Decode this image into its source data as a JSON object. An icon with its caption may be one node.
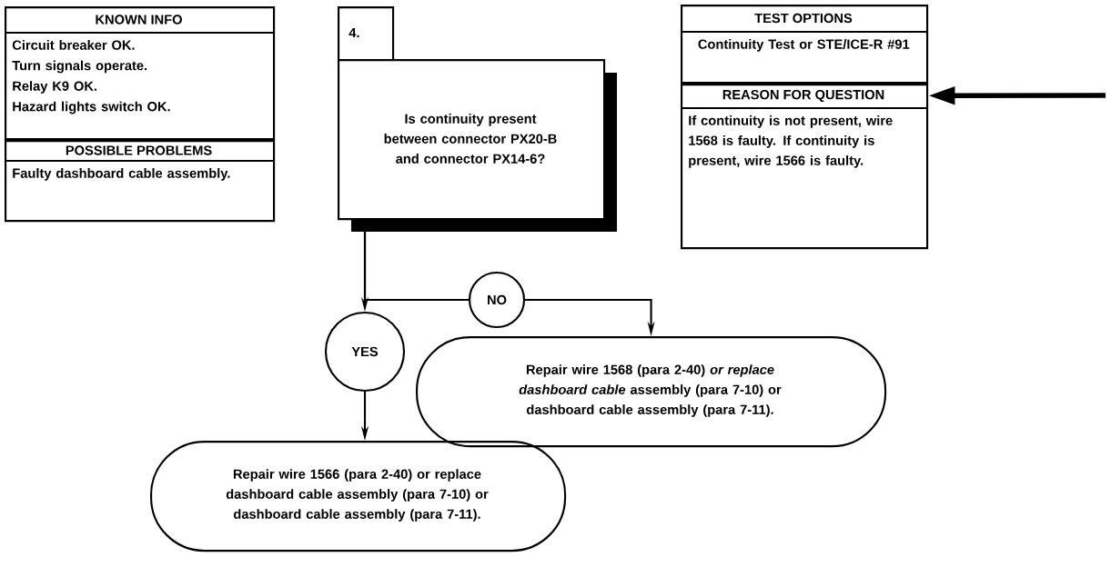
{
  "diagram": {
    "nodes": [
      {
        "text": [
          "KNOWN INFO",
          "Circuit breaker OK.",
          "Turn signals operate.",
          "Relay K9 OK.",
          "Hazard lights switch OK."
        ]
      },
      {
        "text": [
          "POSSIBLE PROBLEMS",
          "Faulty dashboard cable assembly."
        ]
      },
      {
        "text": [
          "4."
        ]
      },
      {
        "text": [
          "Is continuity present between connector PX20-B and connector PX14-6?"
        ]
      },
      {
        "text": [
          "TEST OPTIONS",
          "Continuity Test or STE/ICE-R #91"
        ]
      },
      {
        "text": [
          "REASON FOR QUESTION",
          "If continuity is not present, wire 1568 is faulty.  If continuity is present, wire 1566 is faulty."
        ]
      },
      {
        "text": [
          "NO"
        ]
      },
      {
        "text": [
          "YES"
        ]
      },
      {
        "text": [
          "Repair wire 1568 (para 2-40) *or replace dashboard cable* assembly (para 7-10) or dashboard cable assembly (para 7-11)."
        ]
      },
      {
        "text": [
          "Repair wire 1566 (para 2-40) or replace dashboard cable assembly (para 7-10) or dashboard cable assembly (para 7-11)."
        ]
      }
    ],
    "edges": [
      {
        "from": 3,
        "to": 6,
        "arrow": "none"
      },
      {
        "from": 6,
        "to": 8,
        "arrow": "to"
      },
      {
        "from": 3,
        "to": 7,
        "arrow": "to"
      },
      {
        "from": 7,
        "to": 9,
        "arrow": "to"
      },
      {
        "from": null,
        "to": 5,
        "arrow": "to",
        "style": "thick"
      }
    ]
  }
}
